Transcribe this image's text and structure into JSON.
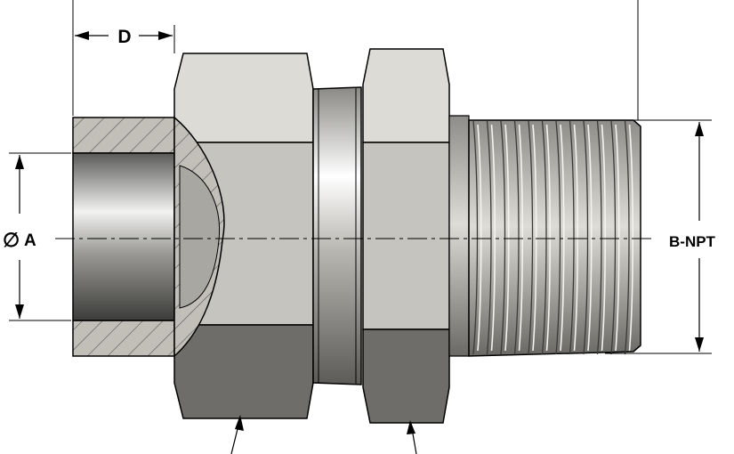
{
  "labels": {
    "dim_d": "D",
    "dim_a": "A",
    "diameter_symbol": "∅",
    "dim_b": "B-NPT"
  },
  "colors": {
    "body_light": "#d9d8d3",
    "body_mid": "#c7c5bf",
    "body_dark": "#6f6e6a",
    "hatch": "#bdbab4",
    "line": "#000000"
  }
}
